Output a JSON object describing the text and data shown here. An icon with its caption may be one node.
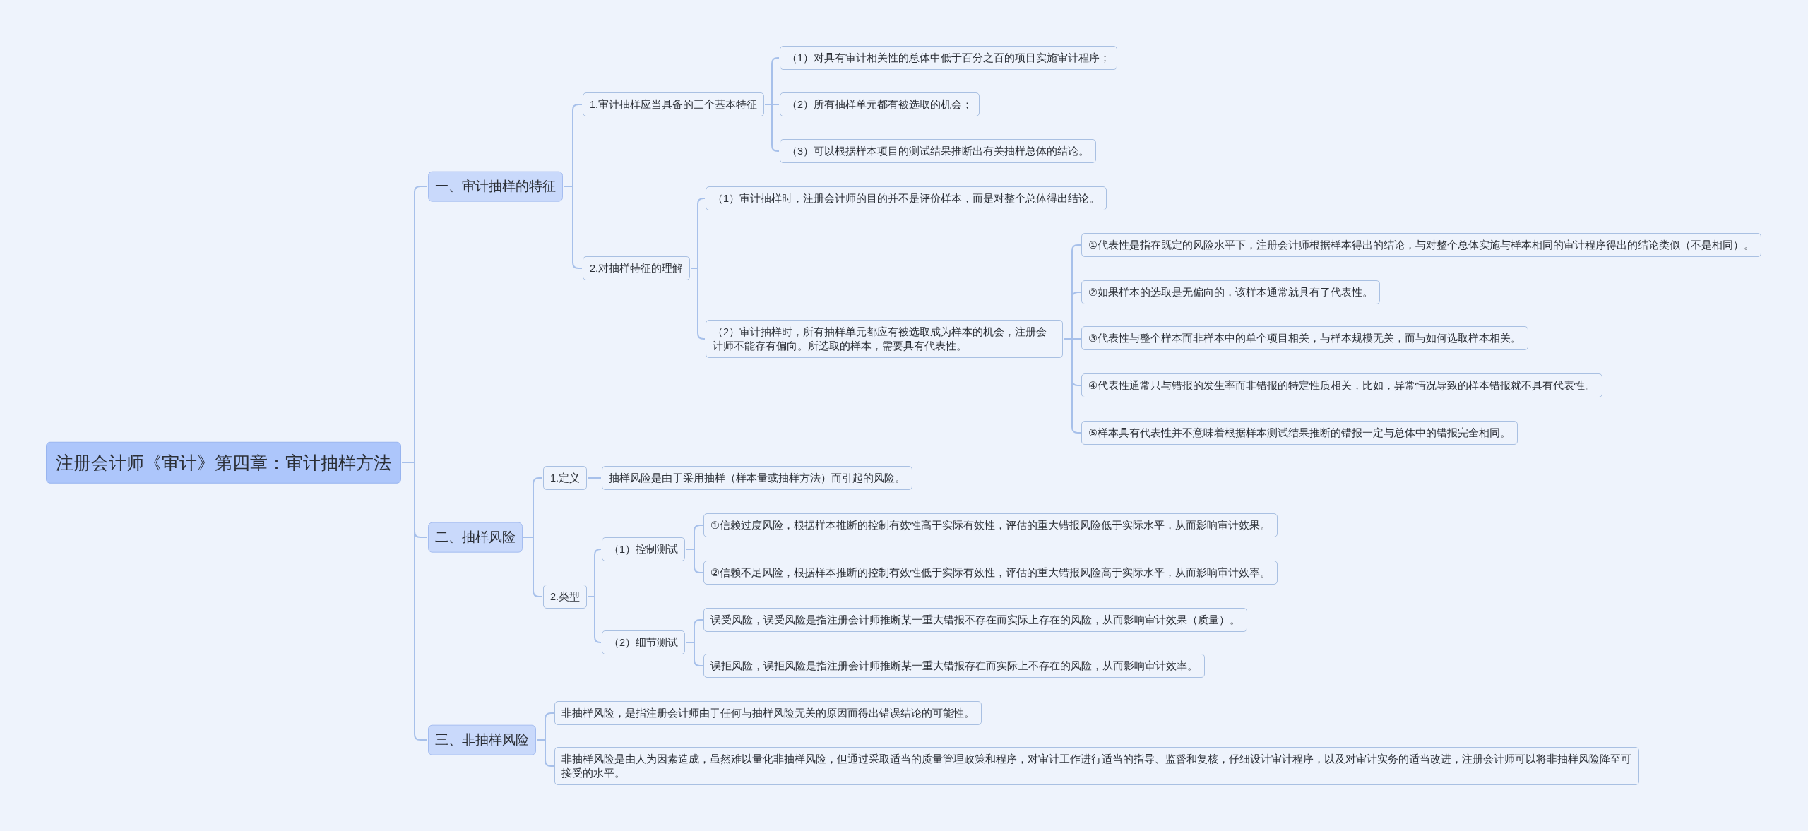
{
  "diagram": {
    "nodes": [
      {
        "text": [
          "注册会计师《审计》第四章：审计抽样方法"
        ]
      },
      {
        "text": [
          "一、审计抽样的特征"
        ]
      },
      {
        "text": [
          "1.审计抽样应当具备的三个基本特征"
        ]
      },
      {
        "text": [
          "（1）对具有审计相关性的总体中低于百分之百的项目实施审计程序；"
        ]
      },
      {
        "text": [
          "（2）所有抽样单元都有被选取的机会；"
        ]
      },
      {
        "text": [
          "（3）可以根据样本项目的测试结果推断出有关抽样总体的结论。"
        ]
      },
      {
        "text": [
          "2.对抽样特征的理解"
        ]
      },
      {
        "text": [
          "（1）审计抽样时，注册会计师的目的并不是评价样本，而是对整个总体得出结论。"
        ]
      },
      {
        "text": [
          "（2）审计抽样时，所有抽样单元都应有被选取成为样本的机会，注册会计师不能存有偏向。所选取的样本，需要具有代表性。"
        ]
      },
      {
        "text": [
          "①代表性是指在既定的风险水平下，注册会计师根据样本得出的结论，与对整个总体实施与样本相同的审计程序得出的结论类似（不是相同）。"
        ]
      },
      {
        "text": [
          "②如果样本的选取是无偏向的，该样本通常就具有了代表性。"
        ]
      },
      {
        "text": [
          "③代表性与整个样本而非样本中的单个项目相关，与样本规模无关，而与如何选取样本相关。"
        ]
      },
      {
        "text": [
          "④代表性通常只与错报的发生率而非错报的特定性质相关，比如，异常情况导致的样本错报就不具有代表性。"
        ]
      },
      {
        "text": [
          "⑤样本具有代表性并不意味着根据样本测试结果推断的错报一定与总体中的错报完全相同。"
        ]
      },
      {
        "text": [
          "二、抽样风险"
        ]
      },
      {
        "text": [
          "1.定义"
        ]
      },
      {
        "text": [
          "抽样风险是由于采用抽样（样本量或抽样方法）而引起的风险。"
        ]
      },
      {
        "text": [
          "2.类型"
        ]
      },
      {
        "text": [
          "（1）控制测试"
        ]
      },
      {
        "text": [
          "①信赖过度风险，根据样本推断的控制有效性高于实际有效性，评估的重大错报风险低于实际水平，从而影响审计效果。"
        ]
      },
      {
        "text": [
          "②信赖不足风险，根据样本推断的控制有效性低于实际有效性，评估的重大错报风险高于实际水平，从而影响审计效率。"
        ]
      },
      {
        "text": [
          "（2）细节测试"
        ]
      },
      {
        "text": [
          "误受风险，误受风险是指注册会计师推断某一重大错报不存在而实际上存在的风险，从而影响审计效果（质量）。"
        ]
      },
      {
        "text": [
          "误拒风险，误拒风险是指注册会计师推断某一重大错报存在而实际上不存在的风险，从而影响审计效率。"
        ]
      },
      {
        "text": [
          "三、非抽样风险"
        ]
      },
      {
        "text": [
          "非抽样风险，是指注册会计师由于任何与抽样风险无关的原因而得出错误结论的可能性。"
        ]
      },
      {
        "text": [
          "非抽样风险是由人为因素造成，虽然难以量化非抽样风险，但通过采取适当的质量管理政策和程序，对审计工作进行适当的指导、监督和复核，仔细设计审计程序，以及对审计实务的适当改进，注册会计师可以将非抽样风险降至可接受的水平。"
        ]
      }
    ],
    "edges": [
      {
        "from": 0,
        "to": 1,
        "arrow": "none"
      },
      {
        "from": 0,
        "to": 14,
        "arrow": "none"
      },
      {
        "from": 0,
        "to": 24,
        "arrow": "none"
      },
      {
        "from": 1,
        "to": 2,
        "arrow": "none"
      },
      {
        "from": 1,
        "to": 6,
        "arrow": "none"
      },
      {
        "from": 2,
        "to": 3,
        "arrow": "none"
      },
      {
        "from": 2,
        "to": 4,
        "arrow": "none"
      },
      {
        "from": 2,
        "to": 5,
        "arrow": "none"
      },
      {
        "from": 6,
        "to": 7,
        "arrow": "none"
      },
      {
        "from": 6,
        "to": 8,
        "arrow": "none"
      },
      {
        "from": 8,
        "to": 9,
        "arrow": "none"
      },
      {
        "from": 8,
        "to": 10,
        "arrow": "none"
      },
      {
        "from": 8,
        "to": 11,
        "arrow": "none"
      },
      {
        "from": 8,
        "to": 12,
        "arrow": "none"
      },
      {
        "from": 8,
        "to": 13,
        "arrow": "none"
      },
      {
        "from": 14,
        "to": 15,
        "arrow": "none"
      },
      {
        "from": 14,
        "to": 17,
        "arrow": "none"
      },
      {
        "from": 15,
        "to": 16,
        "arrow": "none"
      },
      {
        "from": 17,
        "to": 18,
        "arrow": "none"
      },
      {
        "from": 17,
        "to": 21,
        "arrow": "none"
      },
      {
        "from": 18,
        "to": 19,
        "arrow": "none"
      },
      {
        "from": 18,
        "to": 20,
        "arrow": "none"
      },
      {
        "from": 21,
        "to": 22,
        "arrow": "none"
      },
      {
        "from": 21,
        "to": 23,
        "arrow": "none"
      },
      {
        "from": 24,
        "to": 25,
        "arrow": "none"
      },
      {
        "from": 24,
        "to": 26,
        "arrow": "none"
      }
    ]
  }
}
